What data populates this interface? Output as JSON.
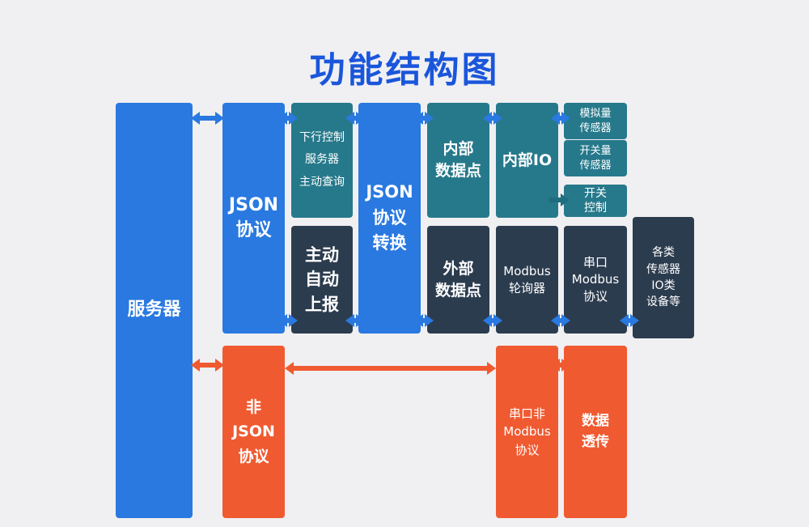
{
  "title": "功能结构图",
  "colors": {
    "background": "#f0f0f2",
    "title": "#1a56db",
    "block_blue": "#2979e0",
    "block_teal": "#26798b",
    "block_navy": "#2c3c4f",
    "block_orange": "#f05a31",
    "arrow_blue": "#2979e0",
    "arrow_orange": "#f05a31",
    "arrow_teal": "#1e6e80"
  },
  "blocks": {
    "server": "服务器",
    "json_protocol": "JSON\n协议",
    "downlink": "下行控制\n服务器\n主动查询",
    "active_report": "主动\n自动\n上报",
    "json_convert": "JSON\n协议\n转换",
    "internal_points": "内部\n数据点",
    "external_points": "外部\n数据点",
    "internal_io": "内部IO",
    "modbus_poller": "Modbus\n轮询器",
    "analog_sensor": "模拟量\n传感器",
    "switch_sensor": "开关量\n传感器",
    "switch_control": "开关\n控制",
    "serial_modbus": "串口\nModbus\n协议",
    "devices": "各类\n传感器\nIO类\n设备等",
    "non_json": "非\nJSON\n协议",
    "serial_non_modbus": "串口非\nModbus\n协议",
    "data_passthrough": "数据\n透传"
  }
}
